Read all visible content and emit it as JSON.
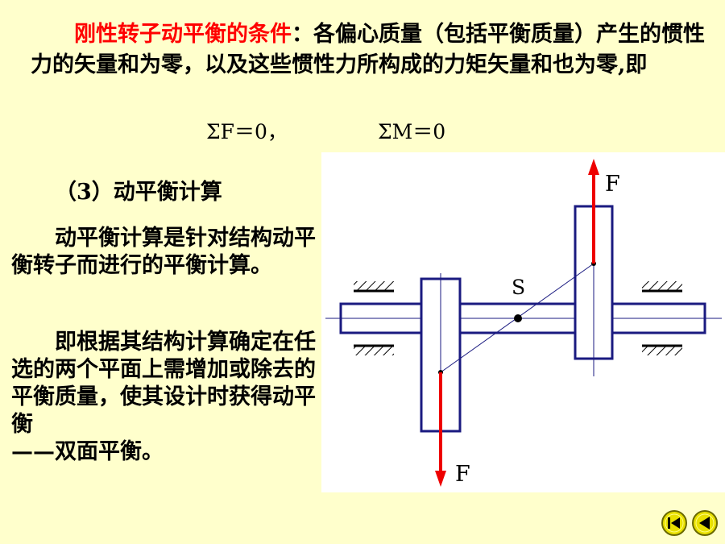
{
  "intro": {
    "highlight": "刚性转子动平衡的条件",
    "colon": "：",
    "body": "各偏心质量（包括平衡质量）产生的惯性力的矢量和为零，以及这些惯性力所构成的力矩矢量和也为零,即"
  },
  "formulas": {
    "force": "ΣF＝0，",
    "moment": "ΣM＝0"
  },
  "section": {
    "heading": "（3）动平衡计算",
    "para1": "动平衡计算是针对结构动平衡转子而进行的平衡计算。",
    "para2": "即根据其结构计算确定在任选的两个平面上需增加或除去的平衡质量，使其设计时获得动平衡",
    "para2_tail": "——双面平衡。"
  },
  "diagram": {
    "label_top_force": "F",
    "label_bottom_force": "F",
    "label_center": "S"
  },
  "nav": {
    "first_icon": "skip-to-start-icon",
    "prev_icon": "previous-icon"
  },
  "colors": {
    "background": "#ffffcc",
    "highlight": "#ff0000",
    "rotor": "#1a1a80",
    "force_arrow": "#ee0000",
    "nav_button": "#e8e000"
  }
}
